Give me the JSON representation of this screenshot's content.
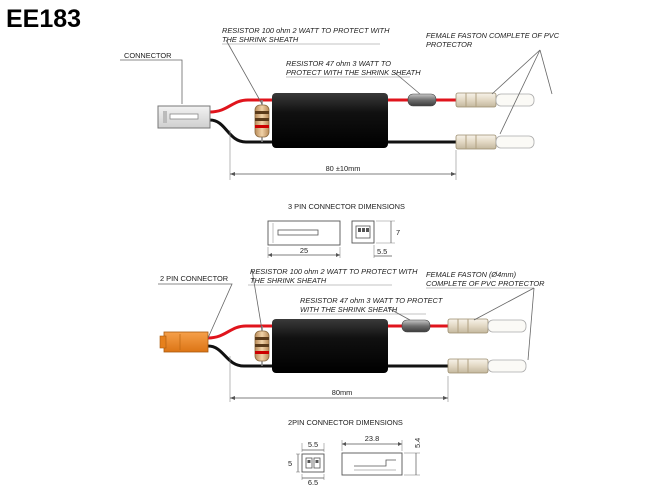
{
  "title": "EE183",
  "top": {
    "connector_label": "CONNECTOR",
    "resistor100_line1": "RESISTOR 100 ohm 2 WATT TO PROTECT WITH",
    "resistor100_line2": "THE SHRINK SHEATH",
    "resistor47_line1": "RESISTOR 47 ohm 3 WATT TO",
    "resistor47_line2": "PROTECT WITH THE SHRINK SHEATH",
    "faston_line1": "FEMALE FASTON COMPLETE OF PVC",
    "faston_line2": "PROTECTOR",
    "length": "80 ±10mm"
  },
  "three_pin": {
    "title": "3 PIN CONNECTOR  DIMENSIONS",
    "width": "25",
    "height": "7",
    "depth": "5.5"
  },
  "bottom": {
    "connector_label": "2 PIN CONNECTOR",
    "resistor100_line1": "RESISTOR 100 ohm 2 WATT TO PROTECT WITH",
    "resistor100_line2": "THE SHRINK SHEATH",
    "resistor47_line1": "RESISTOR 47 ohm 3 WATT TO PROTECT",
    "resistor47_line2": "WITH THE SHRINK SHEATH",
    "faston_line1": "FEMALE FASTON (Ø4mm)",
    "faston_line2": "COMPLETE OF PVC PROTECTOR",
    "length": "80mm"
  },
  "two_pin": {
    "title": "2PIN CONNECTOR  DIMENSIONS",
    "top_width": "5.5",
    "side_height": "5",
    "bottom_width": "6.5",
    "length": "23.8",
    "height": "5.4"
  },
  "colors": {
    "red_wire": "#e0141c",
    "black_wire": "#111111",
    "connector_orange": "#f08a24",
    "connector_white": "#e6e6e6"
  }
}
